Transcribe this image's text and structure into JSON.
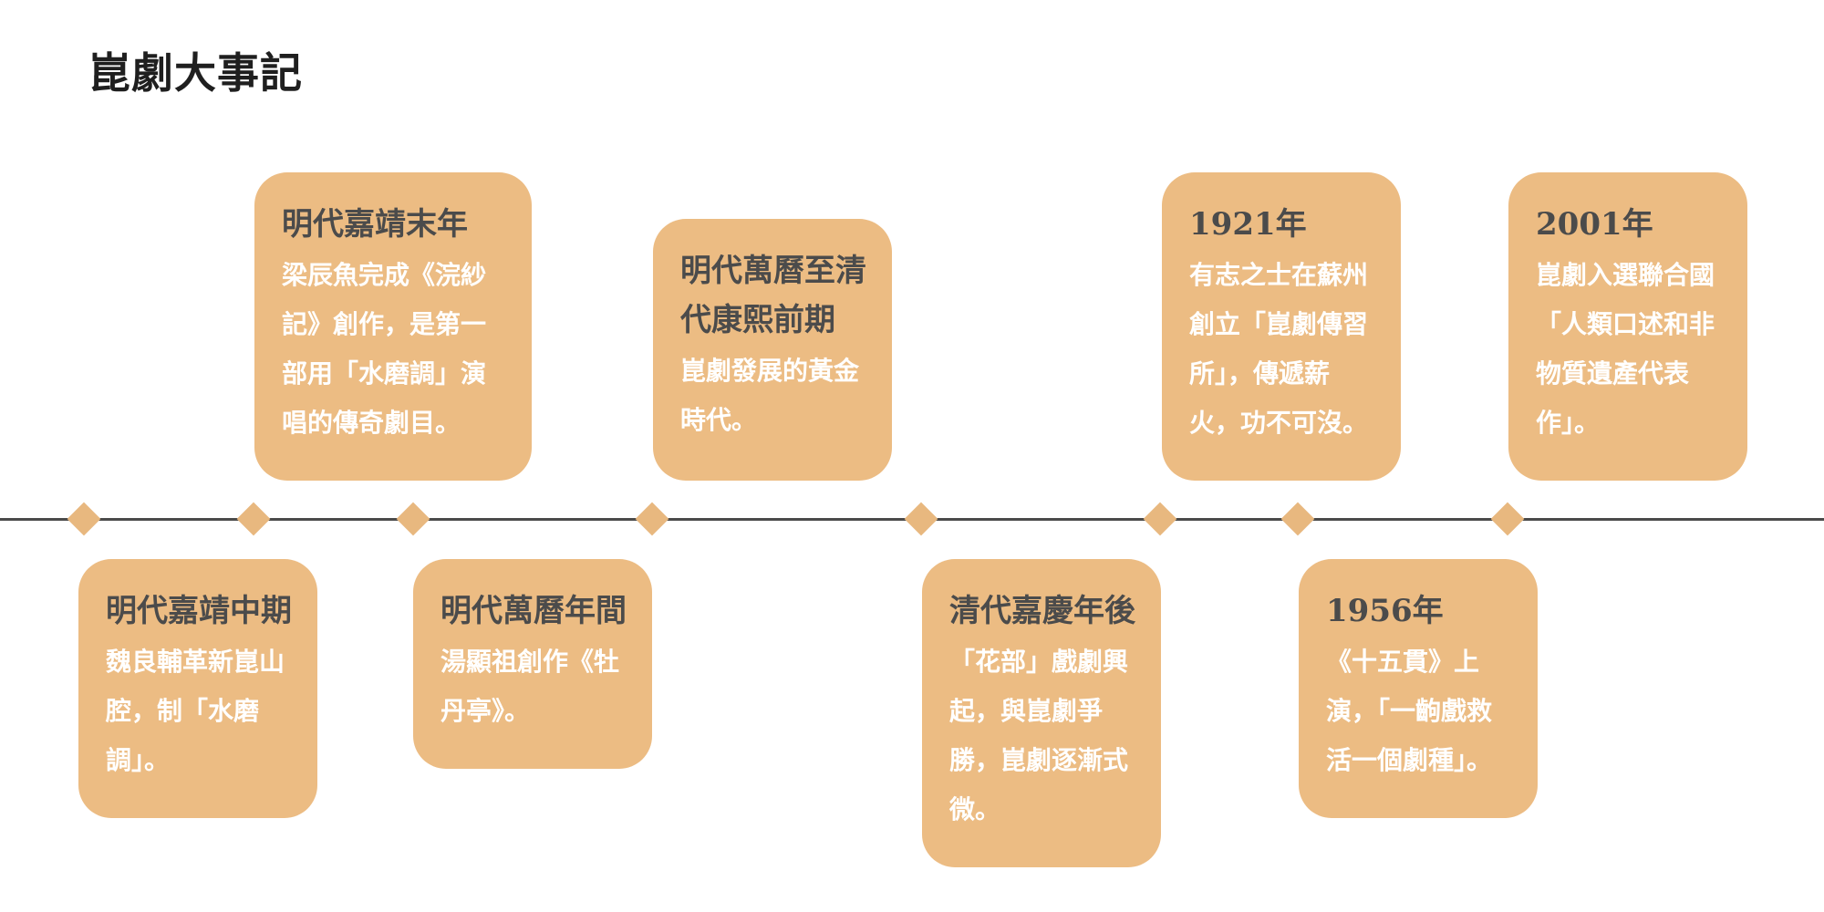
{
  "title": "崑劇大事記",
  "colors": {
    "card": "#ecbc83",
    "marker": "#e8b87f",
    "line": "#4a4a4a",
    "title_text": "#4b4b4b",
    "body_text": "#ffffff"
  },
  "events": [
    {
      "date": "明代嘉靖中期",
      "text": "魏良輔革新崑山腔，制「水磨調」。"
    },
    {
      "date": "明代嘉靖末年",
      "text": "梁辰魚完成《浣紗記》創作，是第一部用「水磨調」演唱的傳奇劇目。"
    },
    {
      "date": "明代萬曆年間",
      "text": "湯顯祖創作《牡丹亭》。"
    },
    {
      "date": "明代萬曆至清代康熙前期",
      "text": "崑劇發展的黃金時代。"
    },
    {
      "date": "清代嘉慶年後",
      "text": "「花部」戲劇興起，與崑劇爭勝，崑劇逐漸式微。"
    },
    {
      "date": "1921年",
      "text": "有志之士在蘇州創立「崑劇傳習所」，傳遞薪火，功不可沒。"
    },
    {
      "date": "1956年",
      "text": "《十五貫》上演，「一齣戲救活一個劇種」。"
    },
    {
      "date": "2001年",
      "text": "崑劇入選聯合國「人類口述和非物質遺產代表作」。"
    }
  ]
}
